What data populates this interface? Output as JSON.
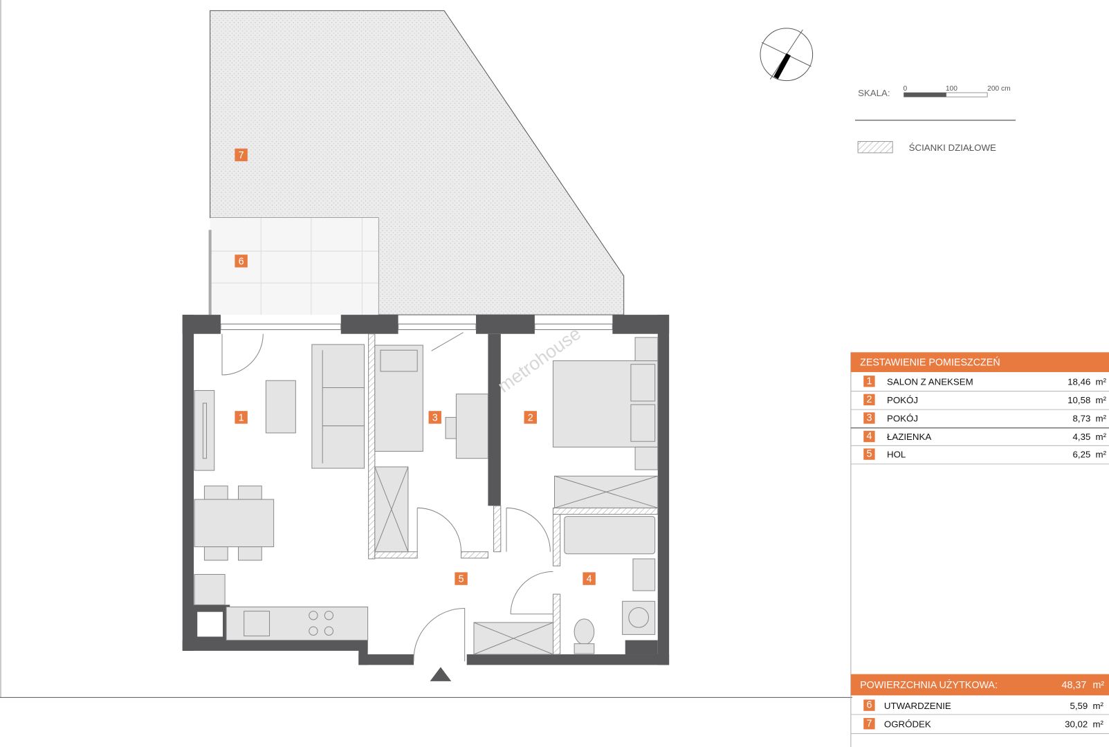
{
  "plan": {
    "watermark": "metrohouse",
    "room_labels": [
      "1",
      "2",
      "3",
      "4",
      "5",
      "6",
      "7"
    ]
  },
  "compass": {
    "icon": "north-arrow-icon"
  },
  "scale": {
    "label": "SKALA:",
    "ticks": [
      "0",
      "100",
      "200 cm"
    ]
  },
  "legend": {
    "partition_walls": "ŚCIANKI DZIAŁOWE"
  },
  "rooms_table": {
    "title": "ZESTAWIENIE POMIESZCZEŃ",
    "rows": [
      {
        "num": "1",
        "name": "SALON Z ANEKSEM",
        "area": "18,46",
        "unit": "m²"
      },
      {
        "num": "2",
        "name": "POKÓJ",
        "area": "10,58",
        "unit": "m²"
      },
      {
        "num": "3",
        "name": "POKÓJ",
        "area": "8,73",
        "unit": "m²"
      },
      {
        "num": "4",
        "name": "ŁAZIENKA",
        "area": "4,35",
        "unit": "m²"
      },
      {
        "num": "5",
        "name": "HOL",
        "area": "6,25",
        "unit": "m²"
      }
    ],
    "total_label": "POWIERZCHNIA UŻYTKOWA:",
    "total_area": "48,37",
    "total_unit": "m²",
    "extra_rows": [
      {
        "num": "6",
        "name": "UTWARDZENIE",
        "area": "5,59",
        "unit": "m²"
      },
      {
        "num": "7",
        "name": "OGRÓDEK",
        "area": "30,02",
        "unit": "m²"
      }
    ]
  },
  "colors": {
    "accent": "#e8793f",
    "wall": "#58585a"
  }
}
